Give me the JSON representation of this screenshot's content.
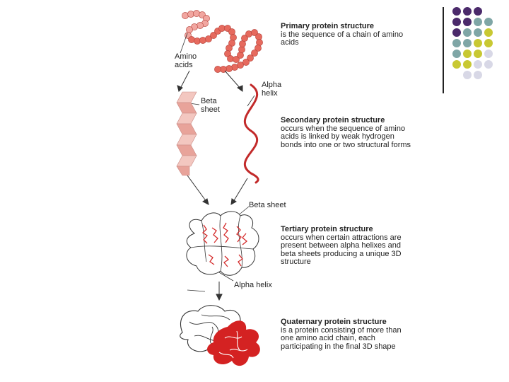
{
  "primary": {
    "title": "Primary protein structure",
    "body": "is the sequence of a chain of amino acids"
  },
  "secondary": {
    "title": "Secondary protein structure",
    "body": "occurs when the sequence of amino acids is linked by weak hydrogen bonds into one or two structural forms"
  },
  "tertiary": {
    "title": "Tertiary protein structure",
    "body": "occurs when certain attractions are present between alpha helixes and beta sheets producing a unique 3D structure"
  },
  "quaternary": {
    "title": "Quaternary protein structure",
    "body": "is a protein consisting of more than one amino acid chain, each participating in the final 3D shape"
  },
  "labels": {
    "amino": "Amino",
    "acids": "acids",
    "alpha": "Alpha",
    "helix": "helix",
    "beta": "Beta",
    "sheet": "sheet",
    "beta_sheet": "Beta sheet",
    "alpha_helix": "Alpha helix"
  },
  "colors": {
    "purple": "#4b2a6b",
    "teal": "#7fa6a6",
    "olive": "#c8c832",
    "lavender": "#d8d8e6",
    "protein_red": "#d42a2a",
    "bead_pink": "#f1a6a0"
  }
}
